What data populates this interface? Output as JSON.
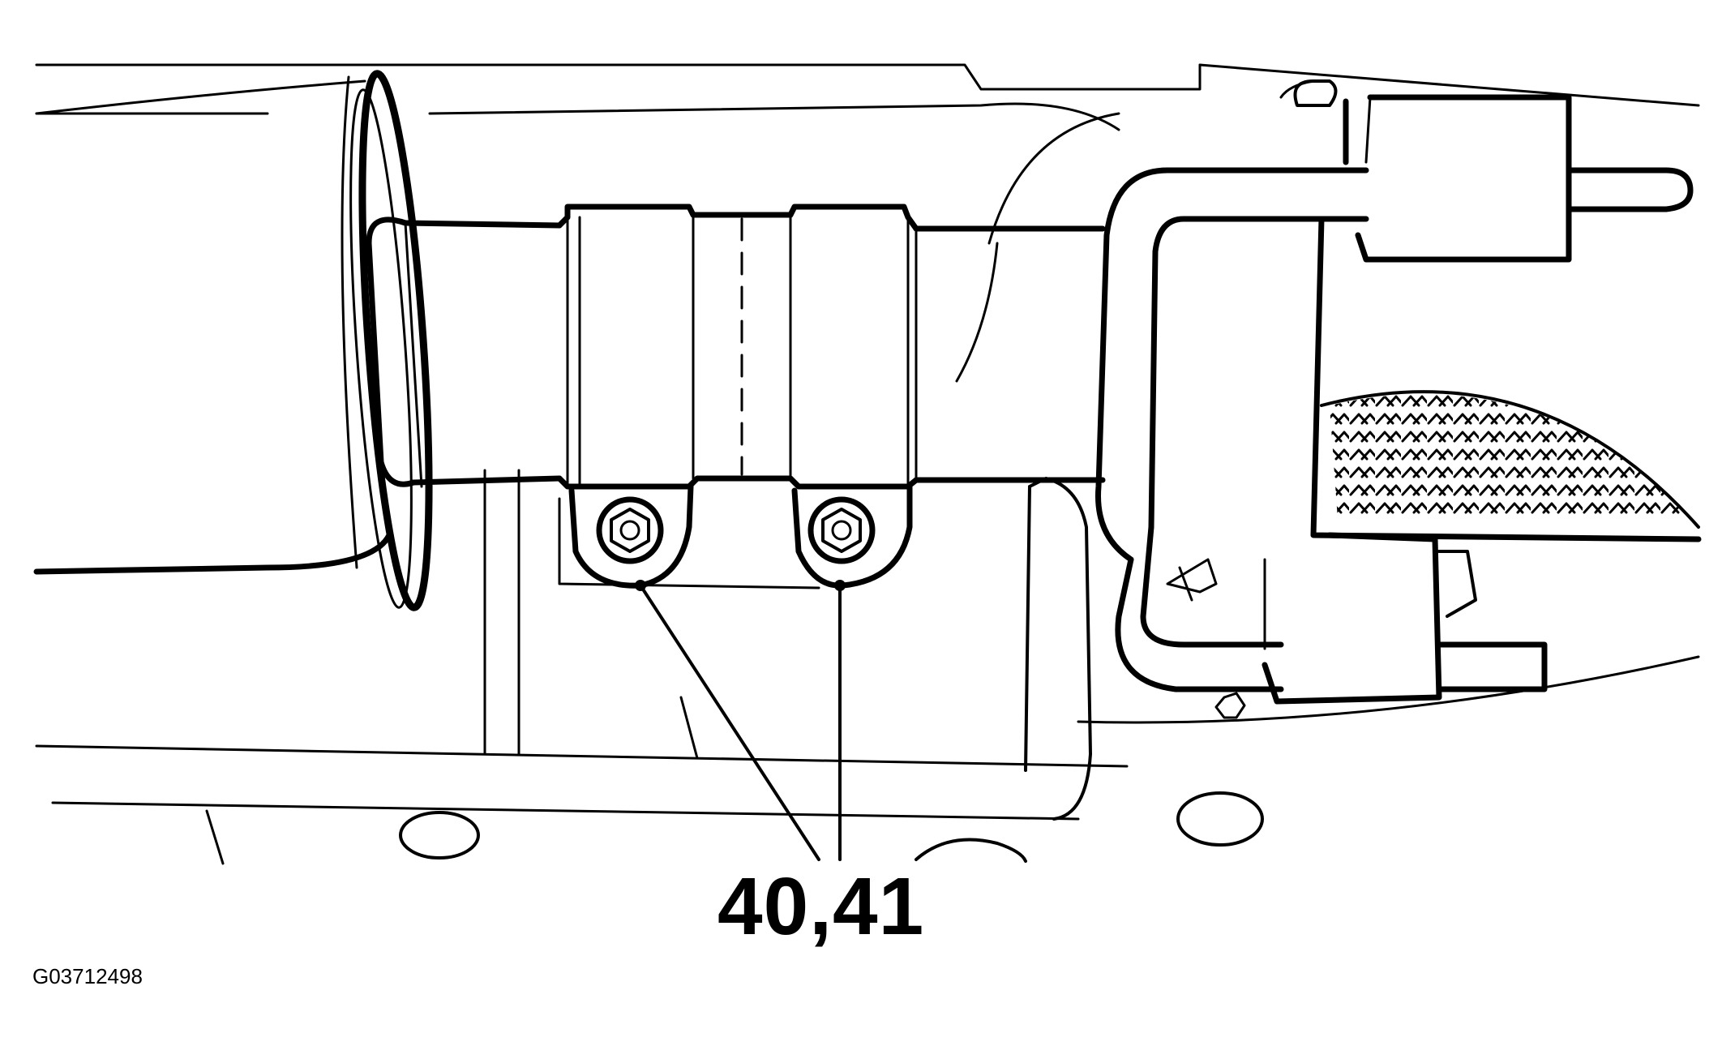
{
  "diagram": {
    "callout_label": "40,41",
    "figure_id": "G03712498",
    "line_color": "#000000",
    "background_color": "#ffffff",
    "callout_targets": [
      "left-clamp-nut",
      "right-clamp-nut"
    ],
    "icons": [
      "hex-nut-icon",
      "hatched-heat-shield-icon"
    ]
  }
}
